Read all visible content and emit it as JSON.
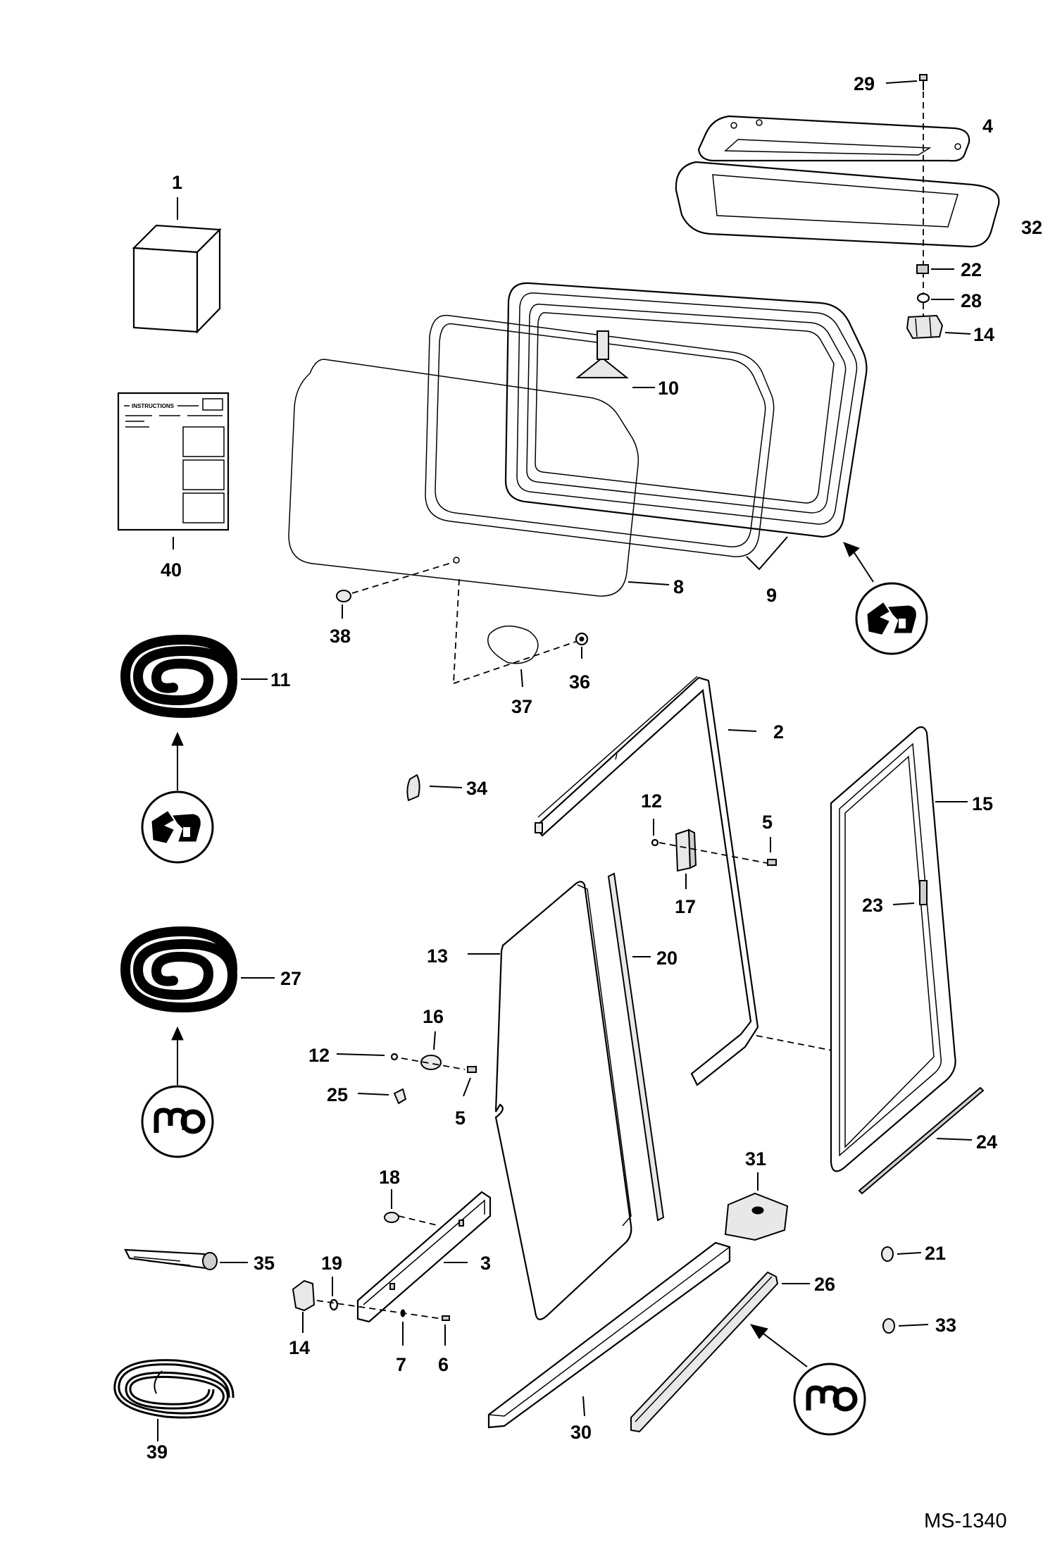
{
  "figure_id": "MS-1340",
  "instructions_label": "INSTRUCTIONS",
  "callouts": {
    "c1": "1",
    "c2": "2",
    "c3": "3",
    "c4": "4",
    "c5a": "5",
    "c5b": "5",
    "c6": "6",
    "c7": "7",
    "c8": "8",
    "c9": "9",
    "c10": "10",
    "c11": "11",
    "c12a": "12",
    "c12b": "12",
    "c13": "13",
    "c14a": "14",
    "c14b": "14",
    "c15": "15",
    "c16": "16",
    "c17": "17",
    "c18": "18",
    "c19": "19",
    "c20": "20",
    "c21": "21",
    "c22": "22",
    "c23": "23",
    "c24": "24",
    "c25": "25",
    "c26": "26",
    "c27": "27",
    "c28": "28",
    "c29": "29",
    "c30": "30",
    "c31": "31",
    "c32": "32",
    "c33": "33",
    "c34": "34",
    "c35": "35",
    "c36": "36",
    "c37": "37",
    "c38": "38",
    "c39": "39",
    "c40": "40"
  },
  "icons": [
    "handle-pull-icon",
    "handle-pull-icon",
    "seal-profile-icon",
    "seal-profile-icon"
  ]
}
